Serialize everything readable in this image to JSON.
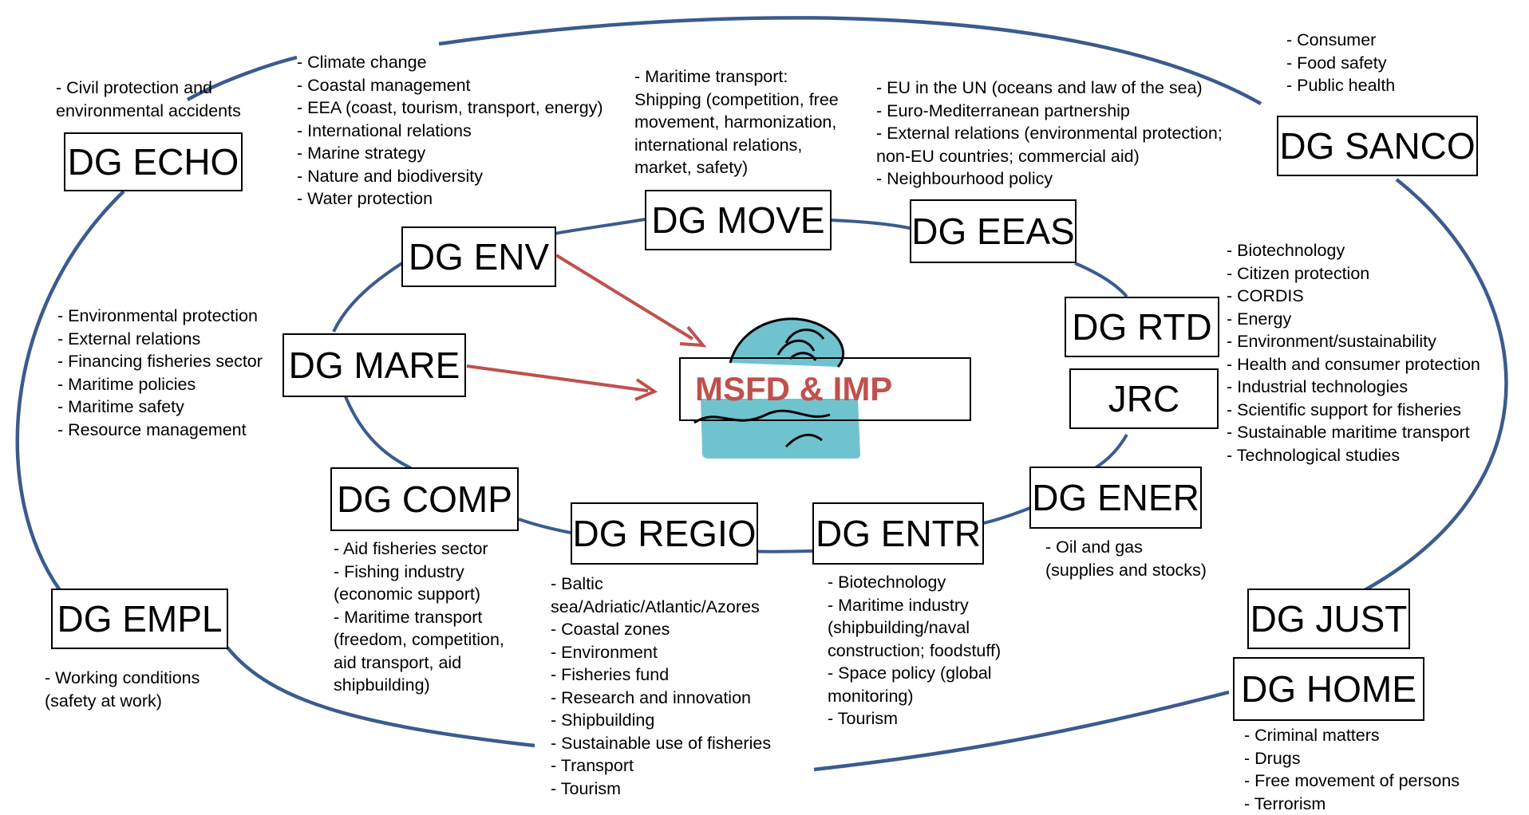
{
  "center": {
    "label": "MSFD & IMP"
  },
  "colors": {
    "ellipse": "#3b5b8f",
    "arrow": "#c0504d",
    "center_text": "#c0504d",
    "icon_fill": "#6fc3cf"
  },
  "boxes": {
    "echo": "DG ECHO",
    "sanco": "DG SANCO",
    "env": "DG ENV",
    "move": "DG MOVE",
    "eeas": "DG EEAS",
    "mare": "DG MARE",
    "rtd": "DG RTD",
    "jrc": "JRC",
    "comp": "DG COMP",
    "regio": "DG REGIO",
    "entr": "DG ENTR",
    "ener": "DG ENER",
    "empl": "DG EMPL",
    "just": "DG JUST",
    "home": "DG HOME"
  },
  "notes": {
    "echo": [
      "- Civil protection and",
      "environmental accidents"
    ],
    "env": [
      "- Climate change",
      "- Coastal management",
      "- EEA (coast, tourism, transport, energy)",
      "- International relations",
      "- Marine strategy",
      "- Nature and biodiversity",
      "- Water protection"
    ],
    "move": [
      "- Maritime transport:",
      "Shipping (competition, free",
      "movement, harmonization,",
      "international relations,",
      "market, safety)"
    ],
    "eeas": [
      "- EU in the UN (oceans and law of the sea)",
      "- Euro-Mediterranean partnership",
      "- External relations (environmental protection;",
      "non-EU countries; commercial aid)",
      "- Neighbourhood policy"
    ],
    "sanco": [
      "- Consumer",
      "- Food safety",
      "- Public health"
    ],
    "rtd": [
      "- Biotechnology",
      "- Citizen protection",
      "- CORDIS",
      "- Energy",
      "- Environment/sustainability",
      "- Health and consumer protection",
      "- Industrial technologies",
      "- Scientific support for fisheries",
      "- Sustainable maritime transport",
      "- Technological studies"
    ],
    "mare": [
      "- Environmental protection",
      "- External relations",
      "- Financing fisheries sector",
      "- Maritime policies",
      "- Maritime safety",
      "- Resource management"
    ],
    "comp": [
      "- Aid fisheries sector",
      "- Fishing industry",
      "(economic support)",
      "- Maritime transport",
      "(freedom, competition,",
      "aid transport, aid",
      "shipbuilding)"
    ],
    "regio": [
      "- Baltic",
      "sea/Adriatic/Atlantic/Azores",
      "- Coastal zones",
      "- Environment",
      "- Fisheries fund",
      "- Research and innovation",
      "- Shipbuilding",
      "- Sustainable use of fisheries",
      "- Transport",
      "- Tourism"
    ],
    "entr": [
      "- Biotechnology",
      "- Maritime industry",
      "(shipbuilding/naval",
      "construction; foodstuff)",
      "- Space policy (global",
      "monitoring)",
      "- Tourism"
    ],
    "ener": [
      "- Oil and gas",
      "(supplies and stocks)"
    ],
    "empl": [
      "- Working conditions",
      "(safety at work)"
    ],
    "home": [
      "- Criminal matters",
      "- Drugs",
      "- Free movement of persons",
      "- Terrorism"
    ]
  }
}
